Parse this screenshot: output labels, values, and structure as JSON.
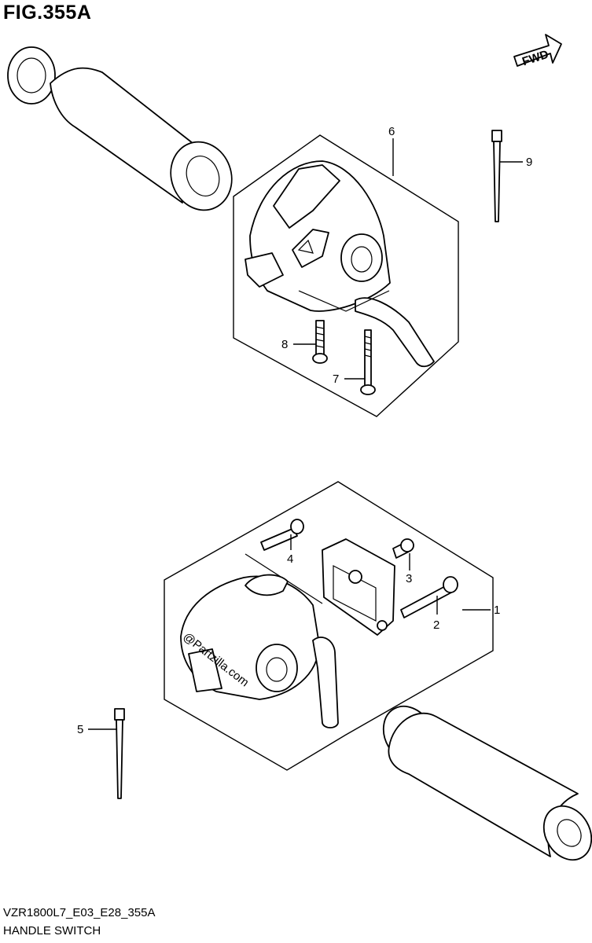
{
  "figure": {
    "title": "FIG.355A",
    "fwd_label": "FWD",
    "model_code": "VZR1800L7_E03_E28_355A",
    "section_name": "HANDLE SWITCH",
    "watermark": "@Partzilla.com"
  },
  "callouts": [
    "1",
    "2",
    "3",
    "4",
    "5",
    "6",
    "7",
    "8",
    "9"
  ]
}
